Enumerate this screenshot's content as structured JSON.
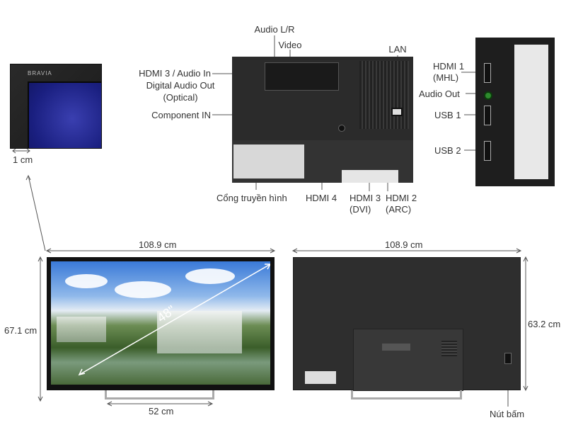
{
  "closeup": {
    "brand": "BRAVIA",
    "bezel_width": "1 cm"
  },
  "ports": {
    "hdmi3_audio_in": "HDMI 3 / Audio In",
    "digital_audio_out": "Digital Audio Out",
    "digital_audio_out_sub": "(Optical)",
    "component_in": "Component IN",
    "audio_lr": "Audio L/R",
    "video": "Video",
    "lan": "LAN",
    "antenna": "Cổng truyền hình",
    "hdmi4": "HDMI 4",
    "hdmi3": "HDMI 3",
    "hdmi3_sub": "(DVI)",
    "hdmi2": "HDMI 2",
    "hdmi2_sub": "(ARC)"
  },
  "side_ports": {
    "hdmi1": "HDMI 1",
    "hdmi1_sub": "(MHL)",
    "audio_out": "Audio Out",
    "usb1": "USB 1",
    "usb2": "USB 2"
  },
  "front": {
    "width": "108.9 cm",
    "height": "67.1 cm",
    "stand_width": "52 cm",
    "diagonal": "48\""
  },
  "back": {
    "width": "108.9 cm",
    "height": "63.2 cm",
    "button": "Nút bấm"
  },
  "colors": {
    "line": "#555555",
    "audio_out_jack": "#2e8a2e"
  }
}
